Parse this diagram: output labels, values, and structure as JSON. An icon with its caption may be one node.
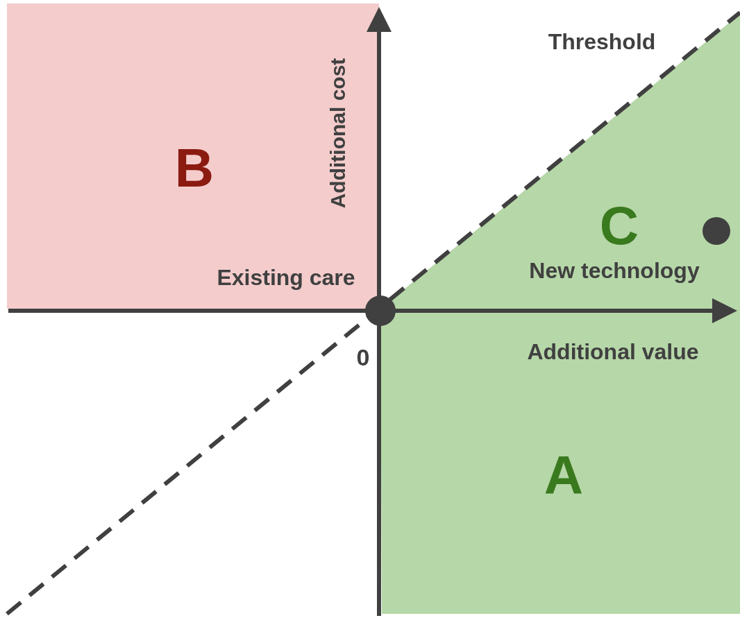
{
  "diagram": {
    "labels": [
      "Threshold",
      "B",
      "Additional cost",
      "C",
      "Existing care",
      "New technology",
      "0",
      "Additional value",
      "A"
    ]
  }
}
